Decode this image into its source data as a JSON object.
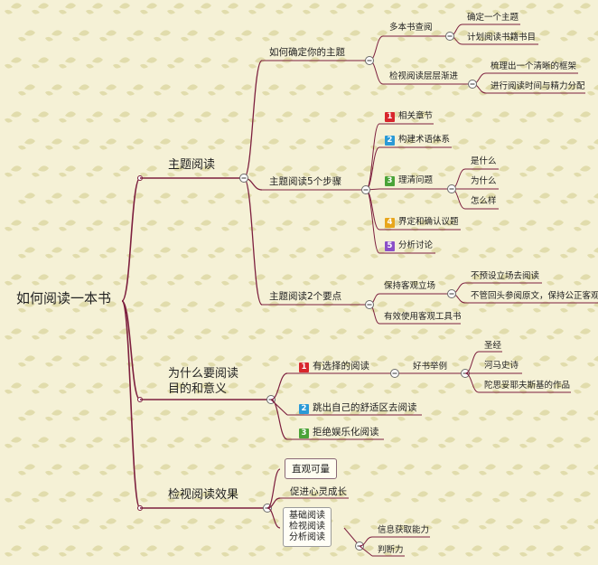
{
  "colors": {
    "branch": "#7d1f3e",
    "toggle_stroke": "#6a6a6a",
    "background": "#f5f1d6",
    "pattern": "#d9d39a",
    "badge_1": "#d8262c",
    "badge_2": "#2a9ad6",
    "badge_3": "#4aa338",
    "badge_4": "#e8a61c",
    "badge_5": "#8b50c8"
  },
  "root": {
    "label": "如何阅读一本书"
  },
  "branches": {
    "theme": {
      "label": "主题阅读",
      "how": {
        "label": "如何确定你的主题",
        "many": {
          "label": "多本书查阅",
          "children": [
            "确定一个主题",
            "计划阅读书籍书目"
          ]
        },
        "inspect": {
          "label": "检视阅读层层渐进",
          "children": [
            "梳理出一个清晰的框架",
            "进行阅读时间与精力分配"
          ]
        }
      },
      "steps": {
        "label": "主题阅读5个步骤",
        "items": [
          {
            "num": "1",
            "label": "相关章节"
          },
          {
            "num": "2",
            "label": "构建术语体系"
          },
          {
            "num": "3",
            "label": "理清问题"
          },
          {
            "num": "4",
            "label": "界定和确认议题"
          },
          {
            "num": "5",
            "label": "分析讨论"
          }
        ],
        "questions": [
          "是什么",
          "为什么",
          "怎么样"
        ]
      },
      "points": {
        "label": "主题阅读2个要点",
        "objective": {
          "label": "保持客观立场",
          "children": [
            "不预设立场去阅读",
            "不管回头参阅原文，保持公正客观"
          ]
        },
        "tools": {
          "label": "有效使用客观工具书"
        }
      }
    },
    "why": {
      "label_line1": "为什么要阅读",
      "label_line2": "目的和意义",
      "items": [
        {
          "num": "1",
          "label": "有选择的阅读"
        },
        {
          "num": "2",
          "label": "跳出自己的舒适区去阅读"
        },
        {
          "num": "3",
          "label": "拒绝娱乐化阅读"
        }
      ],
      "example": {
        "label": "好书举例",
        "children": [
          "圣经",
          "河马史诗",
          "陀思妥耶夫斯基的作品"
        ]
      }
    },
    "effect": {
      "label": "检视阅读效果",
      "items": [
        "直观可量",
        "促进心灵成长"
      ],
      "box_lines": [
        "基础阅读",
        "检视阅读",
        "分析阅读"
      ],
      "abilities": [
        "信息获取能力",
        "判断力"
      ]
    }
  }
}
